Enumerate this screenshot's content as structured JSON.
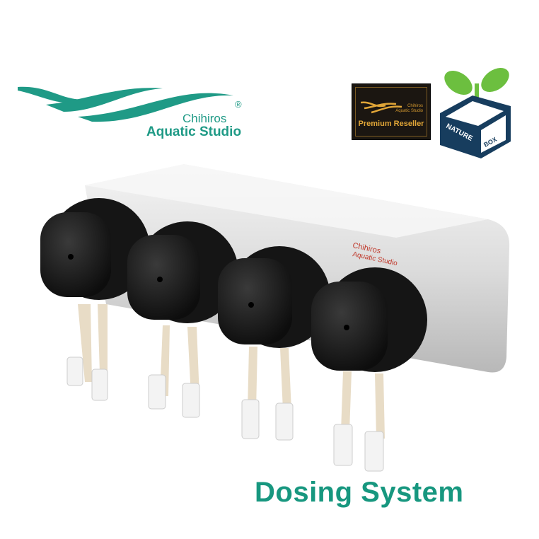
{
  "brand_logo": {
    "name": "Chihiros",
    "subtitle": "Aquatic Studio",
    "registered": "®",
    "color": "#1f9a86"
  },
  "reseller_badge": {
    "label": "Premium Reseller",
    "mini_brand": "Chihiros",
    "mini_sub": "Aquatic Studio",
    "color": "#e0a537"
  },
  "naturebox_logo": {
    "word1": "NATURE",
    "word2": "BOX",
    "leaf_color": "#6cbf3f",
    "box_color": "#173d5e"
  },
  "device": {
    "label_brand": "Chihiros",
    "label_sub": "Aquatic Studio",
    "pump_count": 4
  },
  "title": {
    "text": "Dosing System",
    "color": "#17977f"
  }
}
